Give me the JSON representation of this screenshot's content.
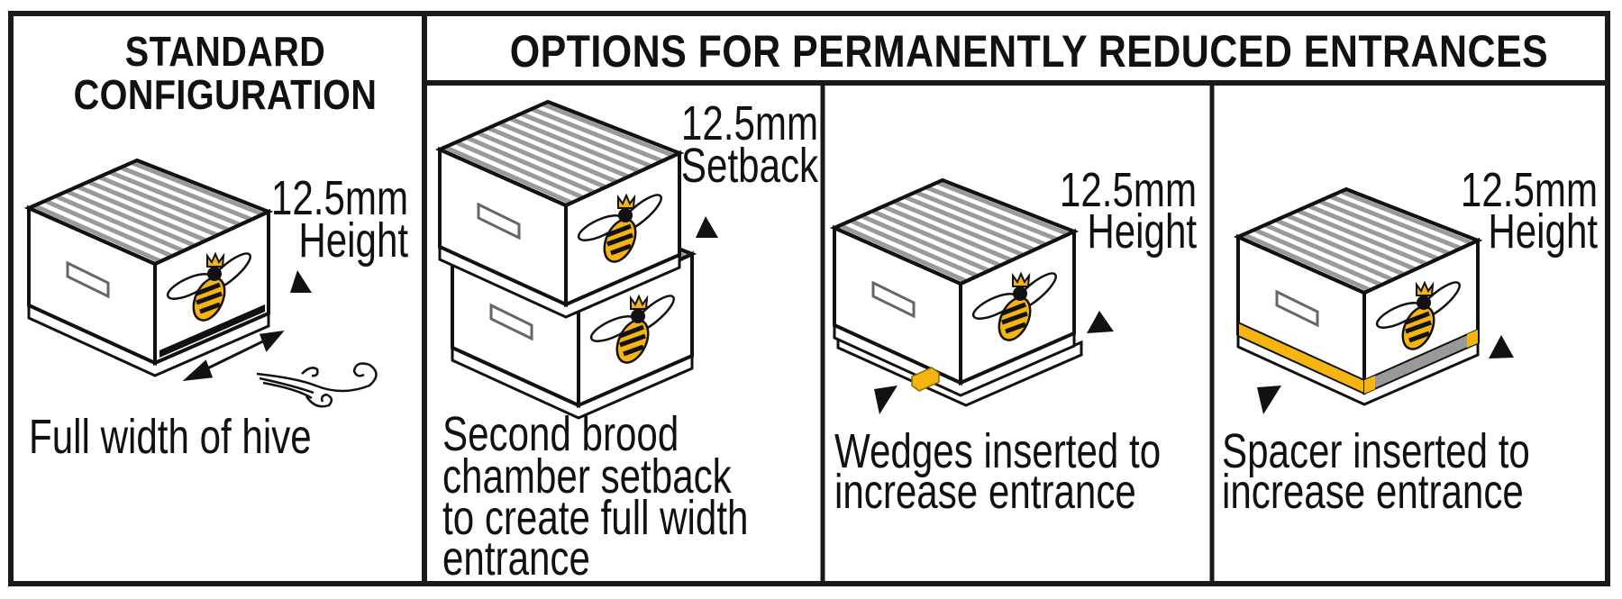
{
  "standard": {
    "title_line1": "STANDARD",
    "title_line2": "CONFIGURATION",
    "measure_value": "12.5mm",
    "measure_label": "Height",
    "caption": "Full width of hive"
  },
  "options_header": "OPTIONS FOR PERMANENTLY REDUCED ENTRANCES",
  "setback": {
    "measure_value": "12.5mm",
    "measure_label": "Setback",
    "caption_lines": [
      "Second brood",
      "chamber setback",
      "to create full width",
      "entrance"
    ]
  },
  "wedges": {
    "measure_value": "12.5mm",
    "measure_label": "Height",
    "caption_lines": [
      "Wedges inserted to",
      "increase entrance"
    ]
  },
  "spacer": {
    "measure_value": "12.5mm",
    "measure_label": "Height",
    "caption_lines": [
      "Spacer inserted to",
      "increase entrance"
    ]
  },
  "colors": {
    "accent_yellow": "#f5b40f",
    "border": "#1a1a1a",
    "stripe": "#9a9a9a"
  }
}
